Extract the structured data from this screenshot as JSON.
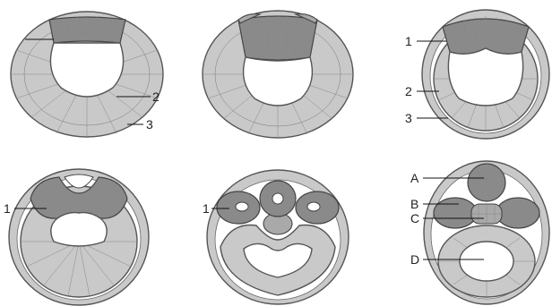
{
  "figure": {
    "panels": [
      {
        "id": "p1",
        "labels": [
          "2",
          "3"
        ]
      },
      {
        "id": "p2",
        "labels": []
      },
      {
        "id": "p3",
        "labels": [
          "1",
          "2",
          "3"
        ]
      },
      {
        "id": "p4",
        "labels": [
          "1"
        ]
      },
      {
        "id": "p5",
        "labels": [
          "1"
        ]
      },
      {
        "id": "p6",
        "labels": [
          "A",
          "B",
          "C",
          "D"
        ]
      }
    ],
    "colors": {
      "epidermis": "#c9c9c9",
      "neural_plate": "#8a8a8a",
      "lumen": "#ffffff",
      "outline": "#555555"
    }
  }
}
